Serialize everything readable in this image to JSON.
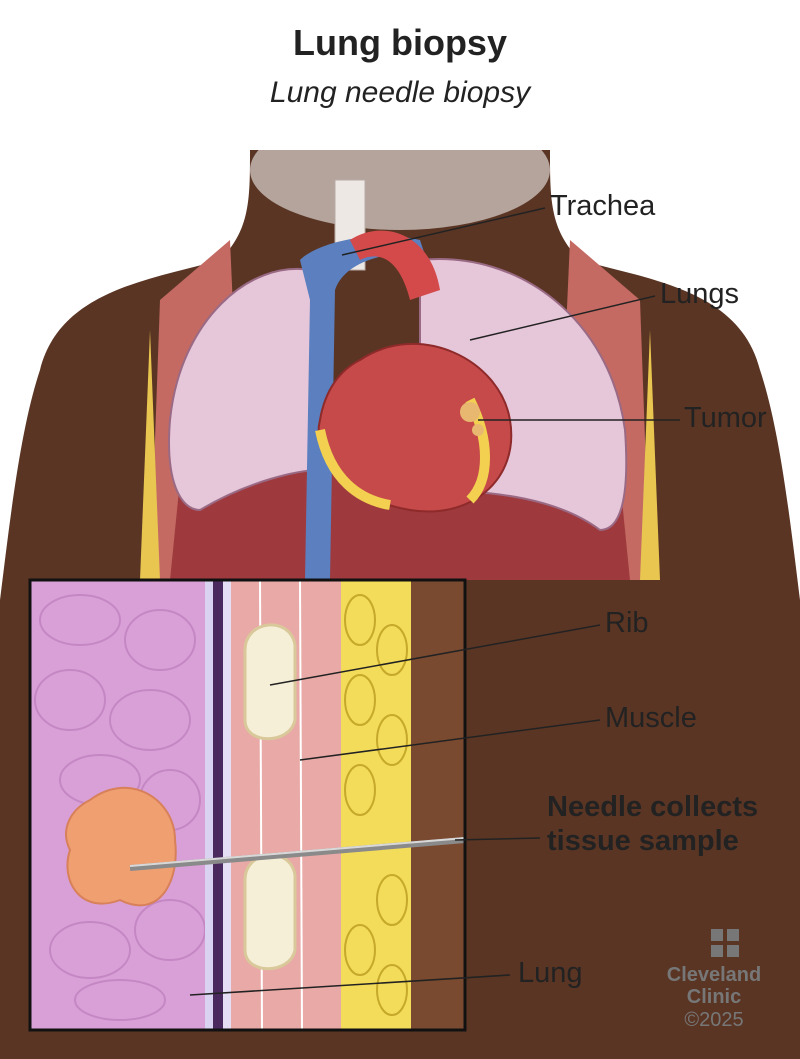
{
  "title": "Lung biopsy",
  "subtitle": "Lung needle biopsy",
  "labels": {
    "trachea": "Trachea",
    "lungs": "Lungs",
    "tumor": "Tumor",
    "rib": "Rib",
    "muscle": "Muscle",
    "needle_line1": "Needle collects",
    "needle_line2": "tissue sample",
    "lung": "Lung"
  },
  "logo": {
    "line1": "Cleveland",
    "line2": "Clinic",
    "copyright": "©2025"
  },
  "colors": {
    "skin": "#5a3524",
    "lung": "#e6c6d9",
    "heart": "#c64a4a",
    "vein": "#5b7fbf",
    "inset_lung": "#d8a0d6",
    "muscle": "#e9a9a6",
    "fat": "#f3dc5a",
    "tumor": "#f0a070"
  }
}
